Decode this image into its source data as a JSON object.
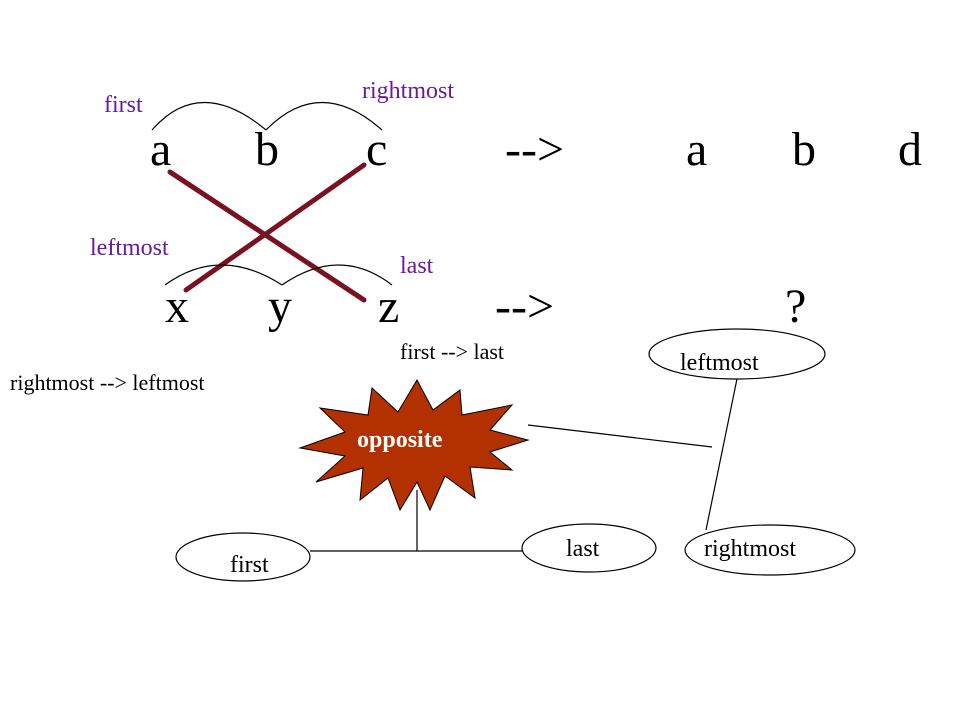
{
  "colors": {
    "purple": "#6a1b9a",
    "cross": "#7a1020",
    "star_fill": "#b33100",
    "stroke": "#000000"
  },
  "top_row": {
    "letters": [
      "a",
      "b",
      "c"
    ],
    "arrow": "-->",
    "result": [
      "a",
      "b",
      "d"
    ],
    "label_first": "first",
    "label_rightmost": "rightmost"
  },
  "bottom_row": {
    "letters": [
      "x",
      "y",
      "z"
    ],
    "arrow": "-->",
    "result": "?",
    "label_leftmost": "leftmost",
    "label_last": "last"
  },
  "mappings": {
    "first_to_last": "first --> last",
    "rightmost_to_leftmost": "rightmost --> leftmost"
  },
  "network": {
    "center": "opposite",
    "nodes": {
      "first": "first",
      "last": "last",
      "rightmost": "rightmost",
      "leftmost": "leftmost"
    }
  }
}
